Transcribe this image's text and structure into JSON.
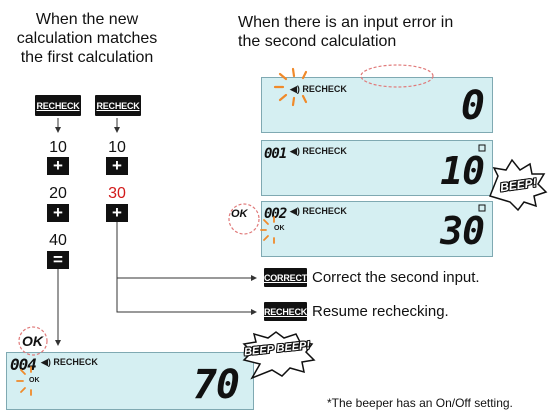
{
  "left_heading": [
    "When the new",
    "calculation matches",
    "the first calculation"
  ],
  "right_heading": [
    "When there is an input error in",
    "the second calculation"
  ],
  "keys": {
    "recheck": "RECHECK",
    "correct": "CORRECT"
  },
  "first_column": {
    "num1": "10",
    "op1": "+",
    "num2": "20",
    "op2": "+",
    "num3": "40",
    "op3": "="
  },
  "second_column": {
    "num1": "10",
    "op1": "+",
    "num2": "30",
    "op2": "+"
  },
  "error_color": "#d21a1a",
  "display_labels": {
    "speaker_recheck": "◀) RECHECK",
    "ok": "OK",
    "ok_badge": "OK"
  },
  "right_displays": [
    {
      "step": "",
      "value": "0"
    },
    {
      "step": "001",
      "value": "10"
    },
    {
      "step": "002",
      "value": "30"
    }
  ],
  "bottom_display": {
    "step": "004",
    "value": "70"
  },
  "beeps": {
    "single": "BEEP!",
    "double": "BEEP BEEP!"
  },
  "actions": [
    {
      "key": "CORRECT",
      "text": "Correct the second input."
    },
    {
      "key": "RECHECK",
      "text": "Resume rechecking."
    }
  ],
  "footnote": "*The beeper has an On/Off setting."
}
